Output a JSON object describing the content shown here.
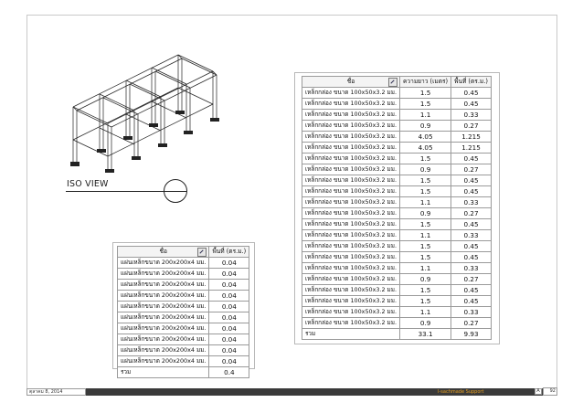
{
  "iso_view": {
    "label": "ISO VIEW"
  },
  "schedule_right": {
    "headers": [
      "ชื่อ",
      "ความยาว (เมตร)",
      "พื้นที่ (ตร.ม.)"
    ],
    "rows": [
      [
        "เหล็กกล่อง ขนาด 100x50x3.2 มม.",
        "1.5",
        "0.45"
      ],
      [
        "เหล็กกล่อง ขนาด 100x50x3.2 มม.",
        "1.5",
        "0.45"
      ],
      [
        "เหล็กกล่อง ขนาด 100x50x3.2 มม.",
        "1.1",
        "0.33"
      ],
      [
        "เหล็กกล่อง ขนาด 100x50x3.2 มม.",
        "0.9",
        "0.27"
      ],
      [
        "เหล็กกล่อง ขนาด 100x50x3.2 มม.",
        "4.05",
        "1.215"
      ],
      [
        "เหล็กกล่อง ขนาด 100x50x3.2 มม.",
        "4.05",
        "1.215"
      ],
      [
        "เหล็กกล่อง ขนาด 100x50x3.2 มม.",
        "1.5",
        "0.45"
      ],
      [
        "เหล็กกล่อง ขนาด 100x50x3.2 มม.",
        "0.9",
        "0.27"
      ],
      [
        "เหล็กกล่อง ขนาด 100x50x3.2 มม.",
        "1.5",
        "0.45"
      ],
      [
        "เหล็กกล่อง ขนาด 100x50x3.2 มม.",
        "1.5",
        "0.45"
      ],
      [
        "เหล็กกล่อง ขนาด 100x50x3.2 มม.",
        "1.1",
        "0.33"
      ],
      [
        "เหล็กกล่อง ขนาด 100x50x3.2 มม.",
        "0.9",
        "0.27"
      ],
      [
        "เหล็กกล่อง ขนาด 100x50x3.2 มม.",
        "1.5",
        "0.45"
      ],
      [
        "เหล็กกล่อง ขนาด 100x50x3.2 มม.",
        "1.1",
        "0.33"
      ],
      [
        "เหล็กกล่อง ขนาด 100x50x3.2 มม.",
        "1.5",
        "0.45"
      ],
      [
        "เหล็กกล่อง ขนาด 100x50x3.2 มม.",
        "1.5",
        "0.45"
      ],
      [
        "เหล็กกล่อง ขนาด 100x50x3.2 มม.",
        "1.1",
        "0.33"
      ],
      [
        "เหล็กกล่อง ขนาด 100x50x3.2 มม.",
        "0.9",
        "0.27"
      ],
      [
        "เหล็กกล่อง ขนาด 100x50x3.2 มม.",
        "1.5",
        "0.45"
      ],
      [
        "เหล็กกล่อง ขนาด 100x50x3.2 มม.",
        "1.5",
        "0.45"
      ],
      [
        "เหล็กกล่อง ขนาด 100x50x3.2 มม.",
        "1.1",
        "0.33"
      ],
      [
        "เหล็กกล่อง ขนาด 100x50x3.2 มม.",
        "0.9",
        "0.27"
      ]
    ],
    "total": [
      "รวม",
      "33.1",
      "9.93"
    ]
  },
  "schedule_left": {
    "headers": [
      "ชื่อ",
      "พื้นที่ (ตร.ม.)"
    ],
    "rows": [
      [
        "แผ่นเหล็กขนาด 200x200x4 มม.",
        "0.04"
      ],
      [
        "แผ่นเหล็กขนาด 200x200x4 มม.",
        "0.04"
      ],
      [
        "แผ่นเหล็กขนาด 200x200x4 มม.",
        "0.04"
      ],
      [
        "แผ่นเหล็กขนาด 200x200x4 มม.",
        "0.04"
      ],
      [
        "แผ่นเหล็กขนาด 200x200x4 มม.",
        "0.04"
      ],
      [
        "แผ่นเหล็กขนาด 200x200x4 มม.",
        "0.04"
      ],
      [
        "แผ่นเหล็กขนาด 200x200x4 มม.",
        "0.04"
      ],
      [
        "แผ่นเหล็กขนาด 200x200x4 มม.",
        "0.04"
      ],
      [
        "แผ่นเหล็กขนาด 200x200x4 มม.",
        "0.04"
      ],
      [
        "แผ่นเหล็กขนาด 200x200x4 มม.",
        "0.04"
      ]
    ],
    "total": [
      "รวม",
      "0.4"
    ]
  },
  "footer": {
    "date": "ตุลาคม 8, 2014",
    "center": "I-sachmade Support",
    "page": "92",
    "marker": "A"
  }
}
